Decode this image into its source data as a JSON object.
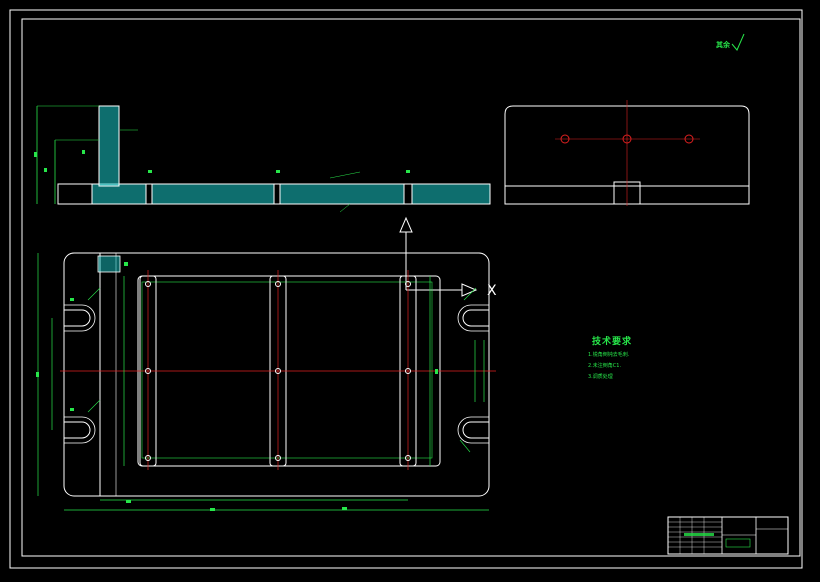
{
  "drawing": {
    "surface_mark": "其余",
    "notes": {
      "title": "技术要求",
      "lines": [
        "1.锐角倒钝去毛刺.",
        "2.未注倒角C1.",
        "3.调质处理"
      ]
    },
    "arrow_label": "X"
  },
  "colors": {
    "background": "#000000",
    "outline": "#ffffff",
    "dimension": "#27e64a",
    "hatch": "#19c8c8",
    "center": "#e02020"
  }
}
